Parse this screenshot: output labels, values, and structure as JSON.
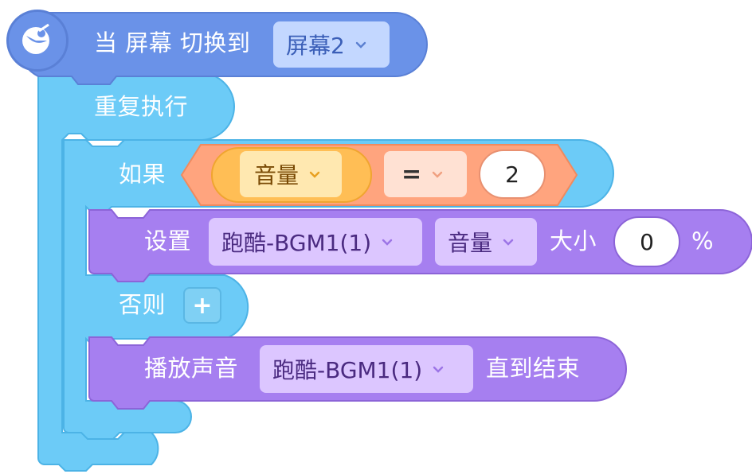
{
  "hat_block": {
    "icon": "satellite-dish-icon",
    "label": "当 屏幕 切换到",
    "screen_value": "屏幕2",
    "color": "#6a92e8"
  },
  "repeat_block": {
    "label": "重复执行",
    "color": "#6ccbf7"
  },
  "if_block": {
    "if_label": "如果",
    "else_label": "否则",
    "add_branch_symbol": "+",
    "condition": {
      "left_value": "音量",
      "operator": "=",
      "right_value": "2",
      "color": "#ffa47e"
    }
  },
  "set_block": {
    "label": "设置",
    "sound_value": "跑酷-BGM1(1)",
    "property_value": "音量",
    "size_label": "大小",
    "amount": "0",
    "unit": "%",
    "color": "#a67ff0"
  },
  "play_block": {
    "label": "播放声音",
    "sound_value": "跑酷-BGM1(1)",
    "suffix": "直到结束",
    "color": "#a67ff0"
  }
}
